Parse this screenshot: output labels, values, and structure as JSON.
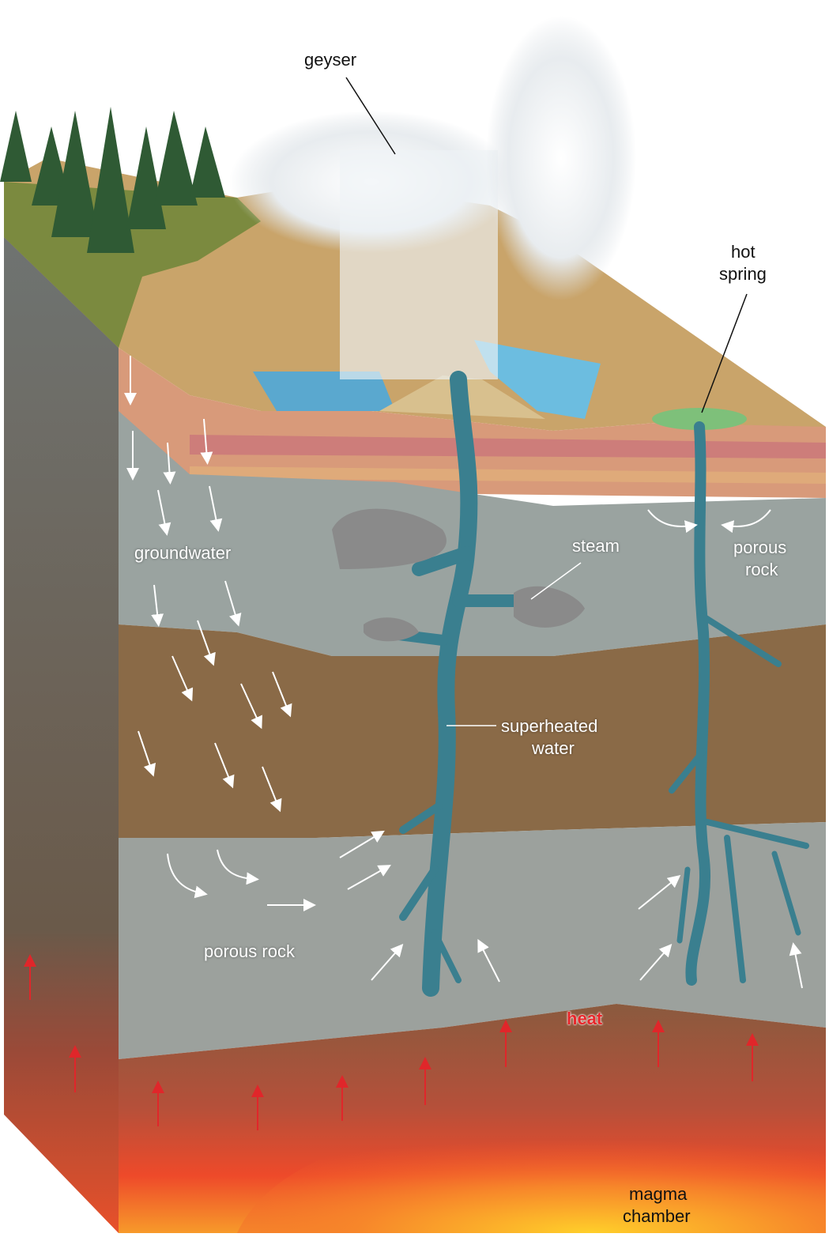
{
  "title": "Geyser and hot spring formation",
  "labels": {
    "geyser": "geyser",
    "hot_spring_1": "hot",
    "hot_spring_2": "spring",
    "groundwater": "groundwater",
    "steam": "steam",
    "porous_rock_right_1": "porous",
    "porous_rock_right_2": "rock",
    "superheated_water_1": "superheated",
    "superheated_water_2": "water",
    "porous_rock": "porous rock",
    "heat": "heat",
    "magma_chamber_1": "magma",
    "magma_chamber_2": "chamber"
  },
  "colors": {
    "porous_rock": "#9aa3a0",
    "brown_rock": "#8a6a47",
    "water": "#3a7f8f",
    "magma": "#f0522a",
    "heat_arrow": "#e0262a"
  }
}
